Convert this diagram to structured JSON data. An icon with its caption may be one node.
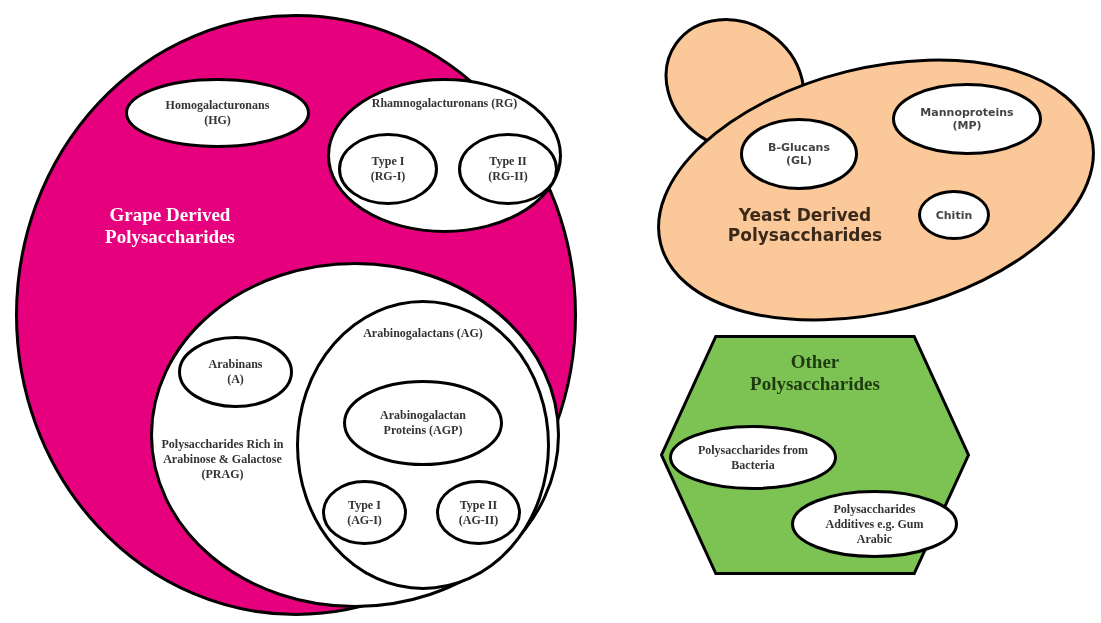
{
  "diagram": {
    "nodes": [
      {
        "text": [
          "Grape Derived Polysaccharides"
        ]
      },
      {
        "text": [
          "Homogalacturonans (HG)"
        ],
        "in": 0
      },
      {
        "text": [
          "Rhamnogalacturonans (RG)"
        ],
        "in": 0
      },
      {
        "text": [
          "Type I (RG-I)"
        ],
        "in": 2
      },
      {
        "text": [
          "Type II (RG-II)"
        ],
        "in": 2
      },
      {
        "text": [
          "Polysaccharides Rich in Arabinose & Galactose (PRAG)"
        ],
        "in": 0
      },
      {
        "text": [
          "Arabinans (A)"
        ],
        "in": 5
      },
      {
        "text": [
          "Arabinogalactans (AG)"
        ],
        "in": 5
      },
      {
        "text": [
          "Arabinogalactan Proteins (AGP)"
        ],
        "in": 7
      },
      {
        "text": [
          "Type I (AG-I)"
        ],
        "in": 7
      },
      {
        "text": [
          "Type II (AG-II)"
        ],
        "in": 7
      },
      {
        "text": [
          "Yeast Derived Polysaccharides"
        ]
      },
      {
        "text": [
          "B-Glucans (GL)"
        ],
        "in": 11
      },
      {
        "text": [
          "Mannoproteins (MP)"
        ],
        "in": 11
      },
      {
        "text": [
          "Chitin"
        ],
        "in": 11
      },
      {
        "text": [
          "Other Polysaccharides"
        ]
      },
      {
        "text": [
          "Polysaccharides from Bacteria"
        ],
        "in": 15
      },
      {
        "text": [
          "Polysaccharides Additives e.g. Gum Arabic"
        ],
        "in": 15
      }
    ]
  }
}
